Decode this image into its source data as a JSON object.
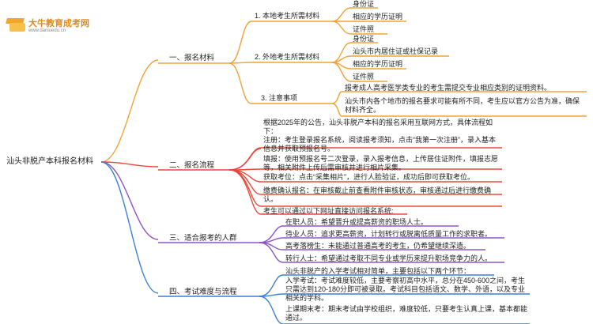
{
  "site": {
    "name": "大牛教育成考网",
    "url": "www.daniuedu.cn",
    "colors": {
      "orange": "#f0a23a",
      "red": "#e8493a",
      "purple": "#8e55c8",
      "blue": "#3a7fd5"
    }
  },
  "root": "汕头非脱产本科报名材料",
  "branches": [
    {
      "label": "一、报名材料",
      "items": [
        {
          "label": "1. 本地考生所需材料",
          "children": [
            "身份证",
            "相应的学历证明",
            "证件照"
          ]
        },
        {
          "label": "2. 外地考生所需材料",
          "children": [
            "身份证",
            "汕头市内居住证或社保记录",
            "相应的学历证明",
            "证件照"
          ]
        },
        {
          "label": "3. 注意事项",
          "children": [
            "报考成人高考医学类专业的考生需提交专业相应类别的证明资料。",
            "汕头市内各个地市的报名要求可能有所不同，考生应以官方公告为准，确保材料齐全。"
          ]
        }
      ]
    },
    {
      "label": "二、报名流程",
      "items": [
        "根据2025年的公告，汕头非脱产本科的报名采用互联网方式，具体流程如下：",
        "注册：考生登录报名系统，阅读报考须知，点击“我第一次注册”，录入基本信息并获取预报名号。",
        "填报：使用预报名号二次登录，录入报考信息，上传居住证附件，填报志愿等，相关附件上传后需审核并进行相片采集。",
        "获取考位：点击“采集相片”，进行人脸验证，成功后即可获取考位。",
        "缴费确认报名：在审核截止前查看附件审核状态，审核通过后进行缴费确认。",
        "考生可以通过以下网址直接访问报名系统:"
      ]
    },
    {
      "label": "三、适合报考的人群",
      "items": [
        "在职人员：希望晋升或提高薪资的职场人士。",
        "待业人员：追求更高薪资，计划转行或脱离低质量工作的求职者。",
        "高考落榜生：未能通过普通高考的考生，仍希望继续深造。",
        "转行人士：希望通过考取不同专业或学历来提升职场竞争力的人。"
      ]
    },
    {
      "label": "四、考试难度与流程",
      "items": [
        "汕头非脱产的入学考试相对简单，主要包括以下两个环节：",
        "入学考试：考试难度较低，主要考察初高中水平，总分在450-600之间，考生只需达到120-180分即可被录取。考试科目包括语文、数学、外语，以及专业相关的学科。",
        "上课期末考：期末考试由学校组织，难度较低，只要考生认真上课，基本都能通过。"
      ]
    }
  ]
}
